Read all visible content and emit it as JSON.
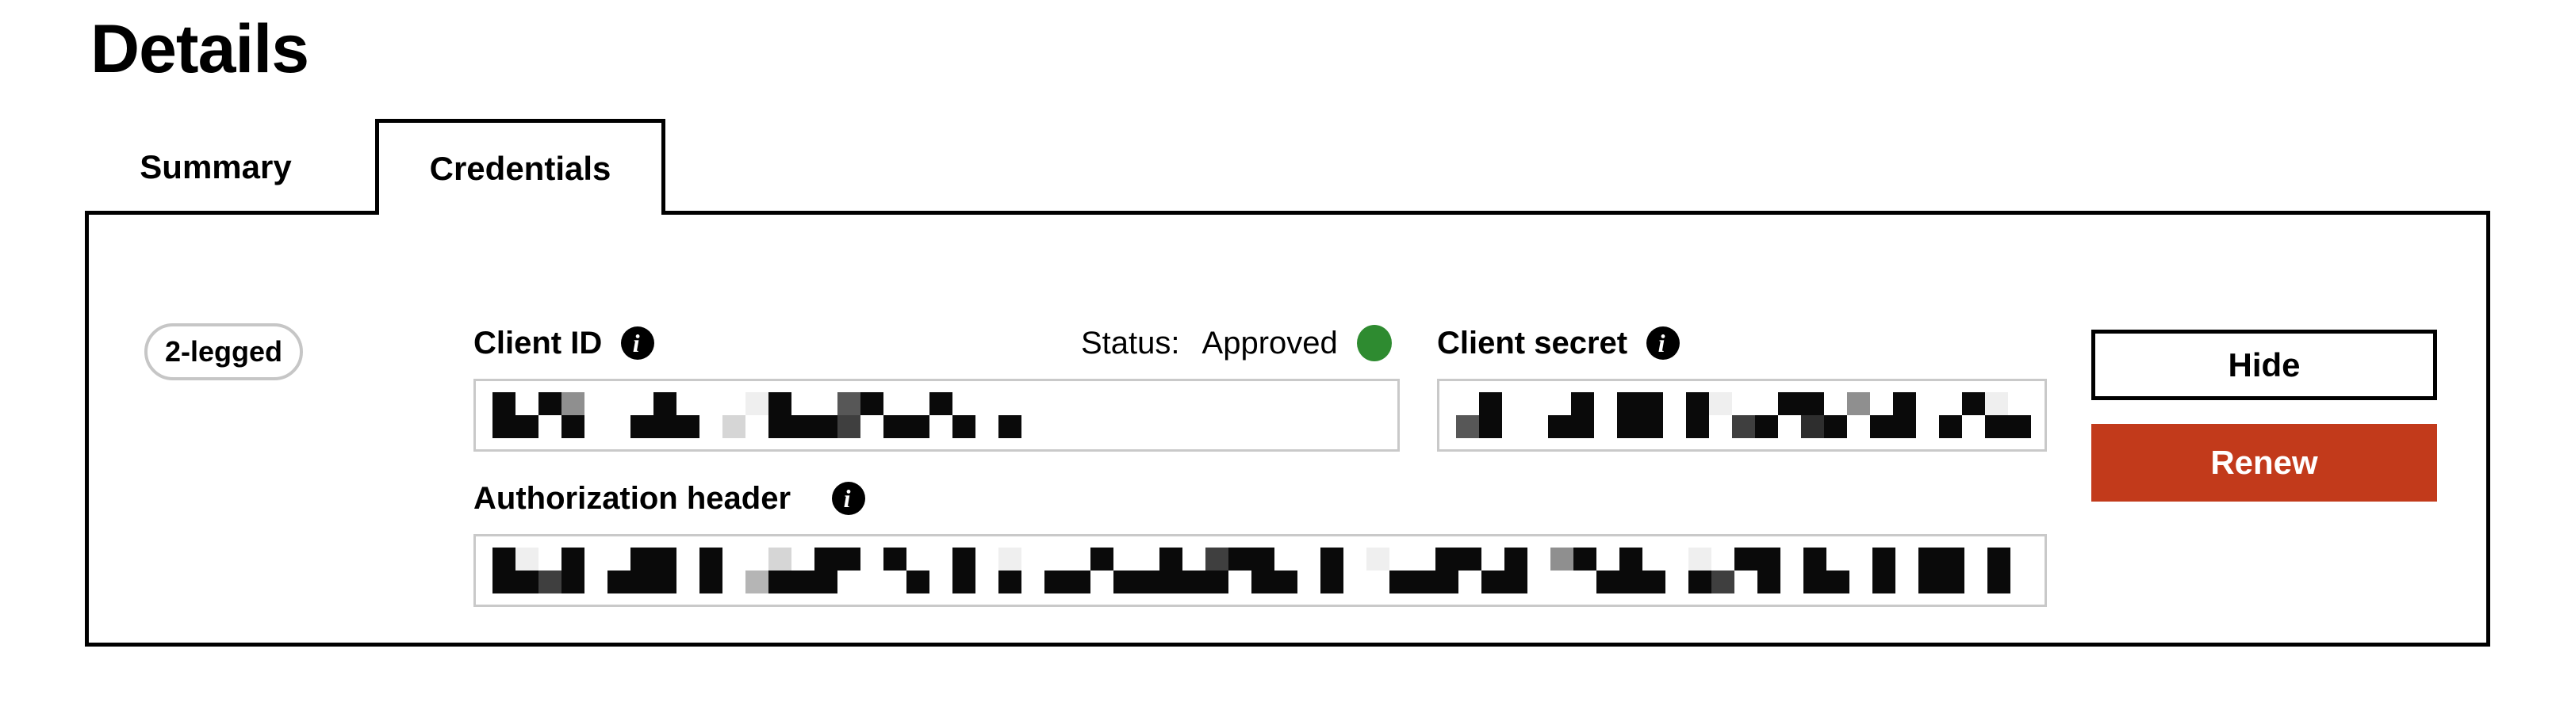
{
  "page": {
    "title": "Details"
  },
  "tabs": {
    "summary": "Summary",
    "credentials": "Credentials"
  },
  "panel": {
    "badge": "2-legged",
    "status": {
      "label": "Status:",
      "value": "Approved"
    },
    "fields": {
      "client_id": {
        "label": "Client ID"
      },
      "client_secret": {
        "label": "Client secret"
      },
      "authorization_header": {
        "label": "Authorization header"
      }
    },
    "buttons": {
      "hide": "Hide",
      "renew": "Renew"
    }
  },
  "icons": {
    "info": "i"
  },
  "colors": {
    "text": "#000000",
    "border_black": "#000000",
    "input_border": "#C9C9C9",
    "pill_border": "#C6C6C6",
    "status_green": "#2E8B30",
    "renew_bg": "#C23A1B",
    "renew_text": "#FFFFFF"
  },
  "redaction": {
    "palette": {
      "#": "#0a0a0a",
      "9": "#1c1c1c",
      "8": "#2e2e2e",
      "7": "#3f3f3f",
      "6": "#575757",
      "5": "#6f6f6f",
      "4": "#8f8f8f",
      "3": "#b5b5b5",
      "2": "#d6d6d6",
      "1": "#efefef",
      ".": "transparent"
    },
    "client_id": {
      "rows": [
        "#.#4...#...1#..6#..#....",
        "##.#..###.2.###7.##.#.#."
      ]
    },
    "client_secret": {
      "rows": [
        ".#...#.##.#1..##.4.#..#1.",
        "6#..##.##.#.7#.8#.##.#.##"
      ]
    },
    "authorization_header": {
      "rows": [
        "#1.#..##.#..2.##.#..#.1...#..#.7##..#.1..##.#.4#.#..1.##.#..#.##.#",
        "##7#.###.#.3###...#.#.#.##.#####.##.#..###.##...###.#7.#.##.#.##.#"
      ]
    }
  }
}
